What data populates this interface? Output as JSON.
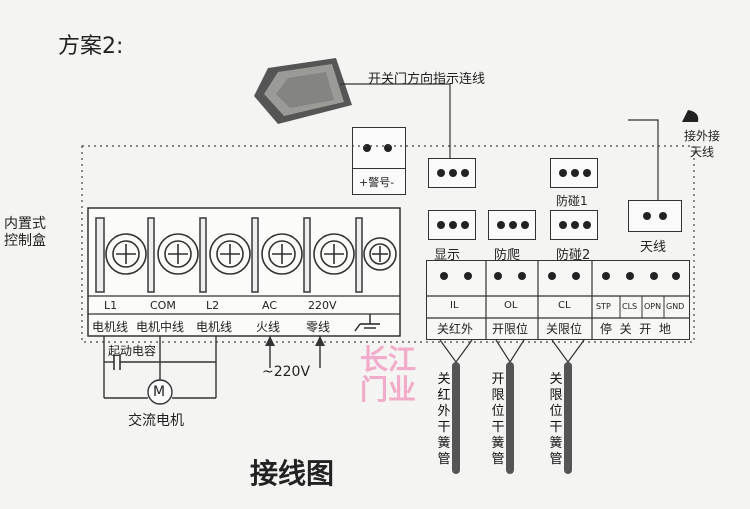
{
  "scheme_title": "方案2:",
  "indicator_label": "开关门方向指示连线",
  "alarm_label": "+警号-",
  "antenna_ext_label": "接外接\n天线",
  "builtin_box_label": "内置式\n控制盒",
  "module_labels": {
    "display": "显示",
    "anticlimb": "防爬",
    "collision1": "防碰1",
    "collision2": "防碰2",
    "antenna": "天线"
  },
  "terminals": [
    {
      "code": "L1",
      "name": "电机线"
    },
    {
      "code": "COM",
      "name": "电机中线"
    },
    {
      "code": "L2",
      "name": "电机线"
    },
    {
      "code": "AC",
      "name": "火线"
    },
    {
      "code": "220V",
      "name": "零线"
    },
    {
      "code": "",
      "name": ""
    }
  ],
  "right_terminals": [
    {
      "code": "IL",
      "name": "关红外"
    },
    {
      "code": "OL",
      "name": "开限位"
    },
    {
      "code": "CL",
      "name": "关限位"
    }
  ],
  "stp_row": {
    "codes": [
      "STP",
      "CLS",
      "OPN",
      "GND"
    ],
    "name": "停  关  开  地"
  },
  "capacitor_label": "起动电容",
  "motor_symbol": "M",
  "motor_label": "交流电机",
  "power_label": "~220V",
  "watermark": "长江\n门业",
  "reed_labels": [
    "关红外干簧管",
    "开限位干簧管",
    "关限位干簧管"
  ],
  "diagram_title": "接线图"
}
